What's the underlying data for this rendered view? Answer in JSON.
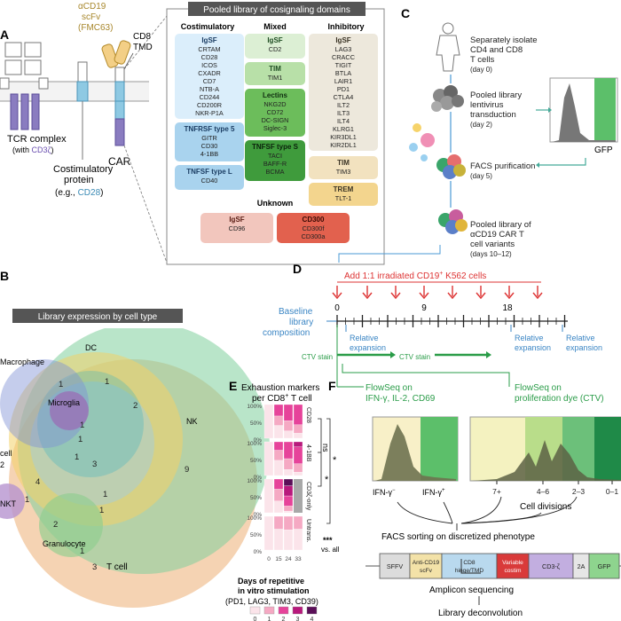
{
  "panel_a": {
    "scfv_label": [
      "αCD19",
      "scFv",
      "(FMC63)"
    ],
    "tmd_label": [
      "CD8",
      "TMD"
    ],
    "tcr_label": "TCR complex",
    "tcr_sub": [
      "(with ",
      "CD3ζ",
      ")"
    ],
    "costim_label": [
      "Costimulatory",
      "protein"
    ],
    "costim_sub": [
      "(e.g., ",
      "CD28",
      ")"
    ],
    "car_label": "CAR",
    "library_title": "Pooled library of cosignaling domains",
    "col_costim": "Costimulatory",
    "col_mixed": "Mixed",
    "col_inhib": "Inhibitory",
    "boxes": [
      {
        "title": "IgSF",
        "items": [
          "CRTAM",
          "CD28",
          "ICOS",
          "CXADR",
          "CD7",
          "NTB-A",
          "CD244",
          "CD200R",
          "NKR-P1A"
        ]
      },
      {
        "title": "TNFRSF type 5",
        "items": [
          "GITR",
          "CD30",
          "4-1BB"
        ]
      },
      {
        "title": "TNFSF type L",
        "items": [
          "CD40"
        ]
      },
      {
        "title": "IgSF",
        "items": [
          "CD2"
        ]
      },
      {
        "title": "TIM",
        "items": [
          "TIM1"
        ]
      },
      {
        "title": "Lectins",
        "items": [
          "NKG2D",
          "CD72",
          "DC-SIGN",
          "Siglec-3"
        ]
      },
      {
        "title": "TNFSF type S",
        "items": [
          "TACI",
          "BAFF-R",
          "BCMA"
        ]
      },
      {
        "title": "IgSF",
        "items": [
          "LAG3",
          "CRACC",
          "TIGIT",
          "BTLA",
          "LAIR1",
          "PD1",
          "CTLA4",
          "ILT2",
          "ILT3",
          "ILT4",
          "KLRG1",
          "KIR3DL1",
          "KIR2DL1"
        ]
      },
      {
        "title": "TIM",
        "items": [
          "TIM3"
        ]
      },
      {
        "title": "TREM",
        "items": [
          "TLT-1"
        ]
      },
      {
        "title": "IgSF",
        "items": [
          "CD96"
        ]
      },
      {
        "title": "CD300",
        "items": [
          "CD300f",
          "CD300a"
        ]
      }
    ],
    "unknown_label": "Unknown"
  },
  "panel_b": {
    "title": "Library expression by cell type",
    "labels": {
      "macrophage": "Macrophage",
      "dc": "DC",
      "microglia": "Microglia",
      "nk": "NK",
      "bcell_a": "cell",
      "bcell_b": "2",
      "nkt": "NKT",
      "granulocyte": "Granulocyte",
      "tcell": "T cell"
    },
    "counts": [
      "1",
      "1",
      "1",
      "2",
      "1",
      "3",
      "4",
      "9",
      "1",
      "1",
      "2",
      "1",
      "1",
      "1",
      "3"
    ]
  },
  "panel_c": {
    "steps": [
      [
        "Separately isolate",
        "CD4 and CD8",
        "T cells",
        "(day 0)"
      ],
      [
        "Pooled library",
        "lentivirus",
        "transduction",
        "(day 2)"
      ],
      [
        "FACS purification",
        "(day 5)"
      ],
      [
        "Pooled library of",
        "αCD19 CAR T",
        "cell variants",
        "(days 10–12)"
      ]
    ],
    "gfp_label": "GFP"
  },
  "panel_d": {
    "title": [
      "Add 1:1 irradiated CD19",
      "+",
      " K562 cells"
    ],
    "baseline": [
      "Baseline",
      "library",
      "composition"
    ],
    "ticks": [
      "0",
      "9",
      "18"
    ],
    "relexp": [
      "Relative",
      "expansion"
    ],
    "ctv": "CTV stain"
  },
  "panel_e": {
    "title": [
      "Exhaustion markers",
      "per CD8",
      "+",
      " T cell"
    ],
    "yticks": [
      "100%",
      "50%",
      "0%"
    ],
    "rows": [
      "CD28",
      "4-1BB",
      "CD3ζ-only",
      "Untrans."
    ],
    "sig": [
      "ns",
      "*",
      "*",
      "***",
      "vs. all"
    ],
    "xticks": [
      "0",
      "15",
      "24",
      "33"
    ],
    "xlabel": [
      "Days of repetitive",
      "in vitro stimulation"
    ],
    "legend_title": "(PD1, LAG3, TIM3, CD39)",
    "legend_items": [
      "0",
      "1",
      "2",
      "3",
      "4"
    ],
    "colors": [
      "#fbe4ea",
      "#f5a9c3",
      "#e6439a",
      "#b8197c",
      "#5a0f58"
    ]
  },
  "panel_f": {
    "flowseq1": [
      "FlowSeq on",
      "IFN-γ, IL-2, CD69"
    ],
    "flowseq2": [
      "FlowSeq on",
      "proliferation dye (CTV)"
    ],
    "ifn_neg": [
      "IFN-γ",
      "−"
    ],
    "ifn_pos": [
      "IFN-γ",
      "+"
    ],
    "div_ticks": [
      "7+",
      "4–6",
      "2–3",
      "0–1"
    ],
    "div_label": "Cell divisions",
    "facs_sort": "FACS sorting on discretized phenotype",
    "construct": [
      "SFFV",
      "Anti-CD19 scFv",
      "CD8 hinge/TMD",
      "Variable costim",
      "CD3-ζ",
      "2A",
      "GFP"
    ],
    "amplicon": "Amplicon sequencing",
    "deconv": "Library deconvolution"
  },
  "panel_letters": [
    "A",
    "B",
    "C",
    "D",
    "E",
    "F"
  ]
}
